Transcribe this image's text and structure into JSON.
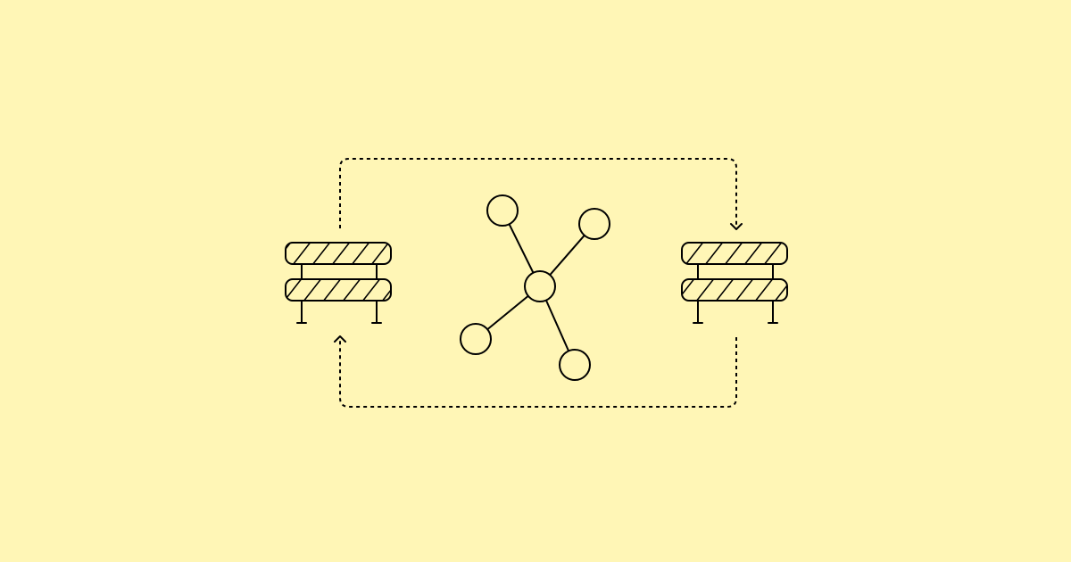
{
  "colors": {
    "background": "#FFF6B6",
    "stroke": "#000000",
    "node_fill": "#FFF6B6"
  },
  "icons": {
    "left": "road-barrier-icon",
    "center": "network-graph-icon",
    "right": "road-barrier-icon"
  },
  "connectors": {
    "top": {
      "direction": "left-to-right",
      "style": "dotted",
      "arrow": "down-chevron"
    },
    "bottom": {
      "direction": "right-to-left",
      "style": "dotted",
      "arrow": "up-chevron"
    }
  },
  "network": {
    "hub": "center",
    "satellites": 4
  }
}
